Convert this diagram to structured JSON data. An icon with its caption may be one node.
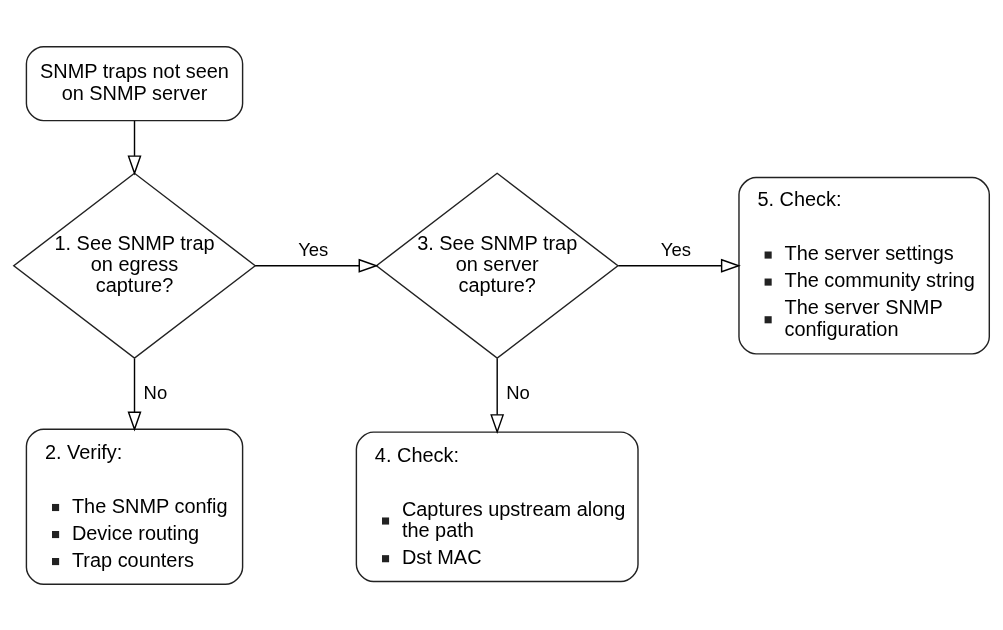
{
  "diagram": {
    "nodes": [
      {
        "text": [
          "SNMP traps not seen on SNMP server"
        ]
      },
      {
        "text": [
          "1. See SNMP trap on egress capture?"
        ]
      },
      {
        "text": [
          "2. Verify:",
          "The SNMP config",
          "Device routing",
          "Trap counters"
        ]
      },
      {
        "text": [
          "3. See SNMP trap on server capture?"
        ]
      },
      {
        "text": [
          "4. Check:",
          "Captures upstream along the path",
          "Dst MAC"
        ]
      },
      {
        "text": [
          "5. Check:",
          "The server settings",
          "The community string",
          "The server SNMP configuration"
        ]
      }
    ],
    "edges": [
      {
        "from": 0,
        "to": 1,
        "arrow": "to"
      },
      {
        "from": 1,
        "to": 3,
        "arrow": "to",
        "label": "Yes"
      },
      {
        "from": 1,
        "to": 2,
        "arrow": "to",
        "label": "No"
      },
      {
        "from": 3,
        "to": 5,
        "arrow": "to",
        "label": "Yes"
      },
      {
        "from": 3,
        "to": 4,
        "arrow": "to",
        "label": "No"
      }
    ]
  }
}
